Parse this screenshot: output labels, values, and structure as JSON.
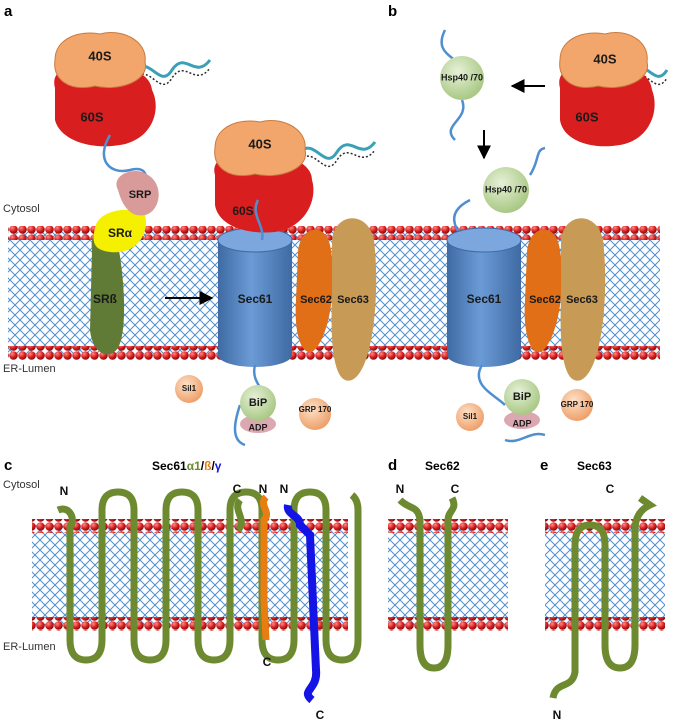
{
  "panels": {
    "a": "a",
    "b": "b",
    "c": "c",
    "d": "d",
    "e": "e"
  },
  "compartments": {
    "cytosol": "Cytosol",
    "lumen": "ER-Lumen"
  },
  "ribosome": {
    "large": "60S",
    "small": "40S"
  },
  "components": {
    "srp": "SRP",
    "sr_alpha": "SRα",
    "sr_beta": "SRß",
    "sec61": "Sec61",
    "sec62": "Sec62",
    "sec63": "Sec63",
    "hsp": "Hsp40 /70",
    "bip": "BiP",
    "adp": "ADP",
    "grp": "GRP 170",
    "sil1": "Sil1"
  },
  "topology": {
    "sec61_title_base": "Sec61",
    "sec61_title_a": "α1",
    "sec61_title_b": "ß",
    "sec61_title_g": "γ",
    "slash": "/",
    "sec62_title": "Sec62",
    "sec63_title": "Sec63",
    "n": "N",
    "c": "C"
  },
  "colors": {
    "head": "#d81e1e",
    "tail": "#4f8fd0",
    "tube": "#5b8ac4",
    "sec62": "#e06f17",
    "sec63": "#c79a55",
    "alpha": "#6e8a30",
    "beta": "#e87d12",
    "gamma": "#1414e6",
    "srp": "#d99a9a",
    "sralpha": "#f4f000",
    "srbeta": "#5f7b35",
    "chaperone": "#c7dcaa",
    "light": "#f7c49b",
    "adp": "#dba7b0",
    "rna": "#4f8fd0"
  }
}
